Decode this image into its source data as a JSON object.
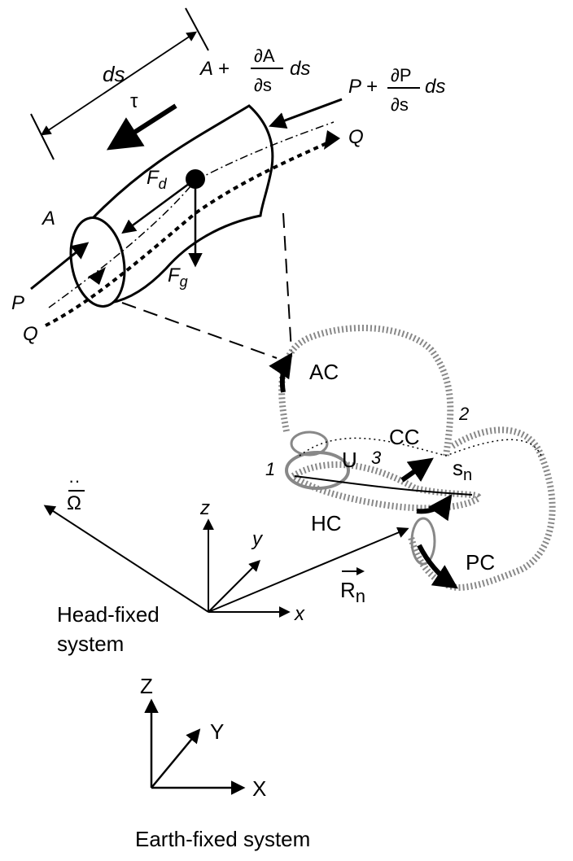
{
  "labels": {
    "ds": "ds",
    "tau": "τ",
    "A_top_pre": "A +",
    "A_top_num": "∂A",
    "A_top_den": "∂s",
    "A_top_post": "ds",
    "P_top_pre": "P +",
    "P_top_num": "∂P",
    "P_top_den": "∂s",
    "P_top_post": "ds",
    "Q_right": "Q",
    "F_d": "F",
    "F_d_sub": "d",
    "F_g": "F",
    "F_g_sub": "g",
    "A_left": "A",
    "P_left": "P",
    "Q_left": "Q",
    "AC": "AC",
    "CC": "CC",
    "U": "U",
    "HC": "HC",
    "PC": "PC",
    "s_n": "s",
    "s_n_sub": "n",
    "num1": "1",
    "num2": "2",
    "num3": "3",
    "omega": "Ω",
    "omega_dots": "··",
    "z": "z",
    "y": "y",
    "x": "x",
    "R_n": "R",
    "R_n_sub": "n",
    "head_fixed_1": "Head-fixed",
    "head_fixed_2": "system",
    "Z": "Z",
    "Y": "Y",
    "X": "X",
    "earth_fixed": "Earth-fixed system"
  },
  "colors": {
    "ink": "#000000",
    "canal_gray": "#888888"
  }
}
